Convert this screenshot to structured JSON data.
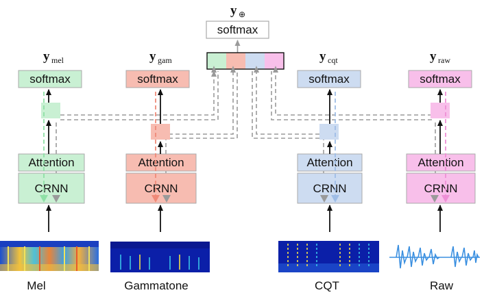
{
  "top": {
    "output_symbol": "y",
    "output_subscript": "⊕",
    "softmax_label": "softmax"
  },
  "branches": [
    {
      "id": "mel",
      "output_symbol": "y",
      "output_subscript": "mel",
      "softmax_label": "softmax",
      "attention_label": "Attention",
      "crnn_label": "CRNN",
      "caption": "Mel",
      "color": "#c9f0d3",
      "dash_color": "#8fe0a6",
      "input_icon": "mel-spectrogram-image"
    },
    {
      "id": "gam",
      "output_symbol": "y",
      "output_subscript": "gam",
      "softmax_label": "softmax",
      "attention_label": "Attention",
      "crnn_label": "CRNN",
      "caption": "Gammatone",
      "color": "#f7bcb1",
      "dash_color": "#ef8a78",
      "input_icon": "gammatone-spectrogram-image"
    },
    {
      "id": "cqt",
      "output_symbol": "y",
      "output_subscript": "cqt",
      "softmax_label": "softmax",
      "attention_label": "Attention",
      "crnn_label": "CRNN",
      "caption": "CQT",
      "color": "#cddcf1",
      "dash_color": "#9fbde6",
      "input_icon": "cqt-spectrogram-image"
    },
    {
      "id": "raw",
      "output_symbol": "y",
      "output_subscript": "raw",
      "softmax_label": "softmax",
      "attention_label": "Attention",
      "crnn_label": "CRNN",
      "caption": "Raw",
      "color": "#f8bfea",
      "dash_color": "#ee8fd6",
      "input_icon": "raw-waveform-image"
    }
  ],
  "colors": {
    "line": "#111111",
    "grey_dash": "#9a9a9a",
    "box_stroke": "#a9a9a9"
  }
}
